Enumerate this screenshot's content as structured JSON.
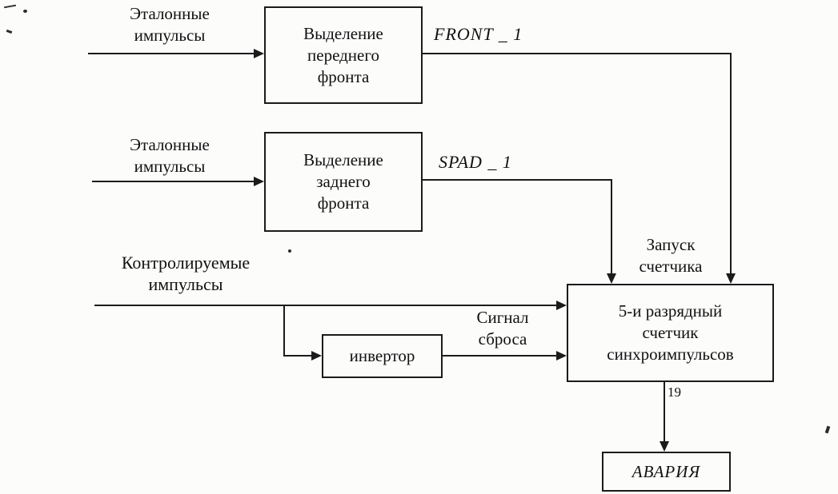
{
  "nodes": {
    "front_box": "Выделение\nпереднего\nфронта",
    "back_box": "Выделение\nзаднего\nфронта",
    "inverter_box": "инвертор",
    "counter_box": "5-и разрядный\nсчетчик\nсинхроимпульсов",
    "alarm_box": "АВАРИЯ"
  },
  "labels": {
    "ref_pulses_top": "Эталонные\nимпульсы",
    "ref_pulses_mid": "Эталонные\nимпульсы",
    "monitored_pulses": "Контролируемые\nимпульсы",
    "front_signal": "FRONT _ 1",
    "spad_signal": "SPAD _ 1",
    "counter_start": "Запуск\nсчетчика",
    "reset_signal": "Сигнал\nсброса",
    "bit_width": "19"
  }
}
